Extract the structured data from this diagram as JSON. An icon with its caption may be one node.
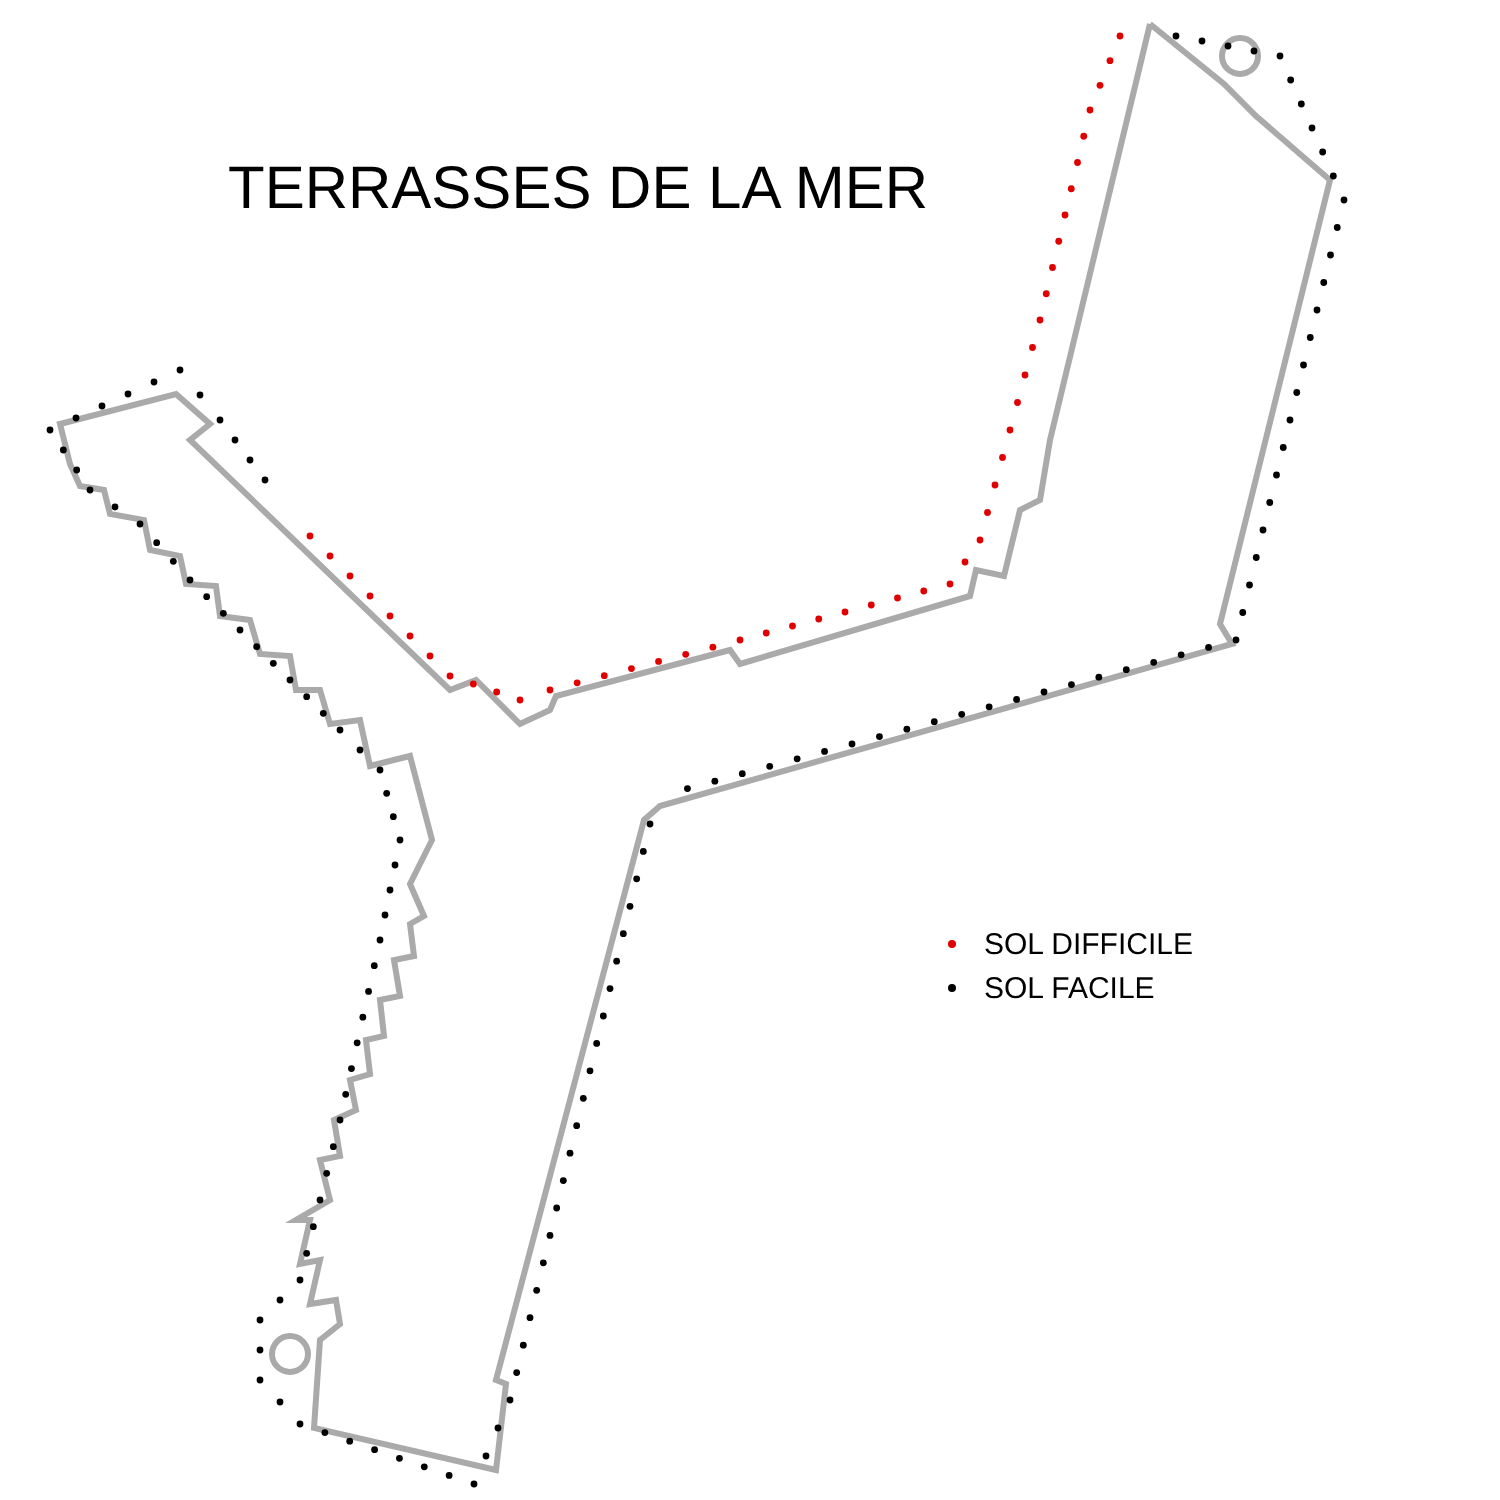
{
  "diagram": {
    "title": "TERRASSES DE LA MER",
    "legend": [
      {
        "text": "SOL DIFFICILE",
        "color": "#e00000"
      },
      {
        "text": "SOL FACILE",
        "color": "#000000"
      }
    ]
  }
}
